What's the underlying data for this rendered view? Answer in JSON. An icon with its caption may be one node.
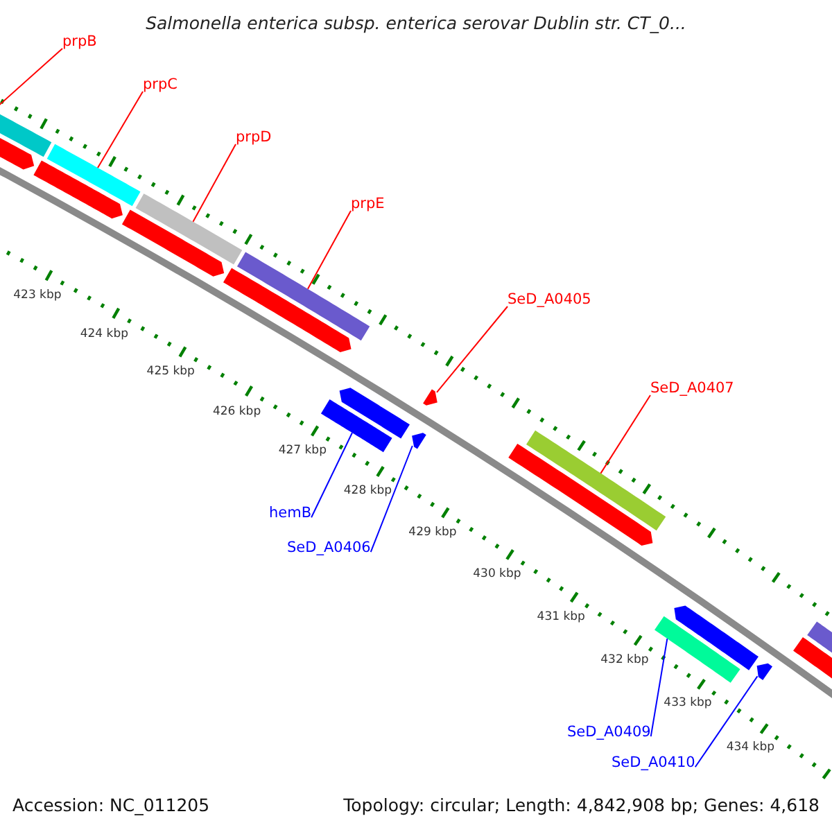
{
  "diagram": {
    "title": "Salmonella enterica subsp. enterica serovar Dublin str. CT_0...",
    "nodes": [
      {
        "text": [
          "prpB"
        ]
      },
      {
        "text": [
          "prpC"
        ]
      },
      {
        "text": [
          "prpD"
        ]
      },
      {
        "text": [
          "prpE"
        ]
      },
      {
        "text": [
          "SeD_A0405"
        ]
      },
      {
        "text": [
          "SeD_A0407"
        ]
      },
      {
        "text": [
          "hemB"
        ]
      },
      {
        "text": [
          "SeD_A0406"
        ]
      },
      {
        "text": [
          "SeD_A0409"
        ]
      },
      {
        "text": [
          "SeD_A0410"
        ]
      },
      {
        "text": [],
        "shape": "bar"
      },
      {
        "text": [],
        "shape": "bar"
      },
      {
        "text": [],
        "shape": "bar"
      },
      {
        "text": [],
        "shape": "bar"
      },
      {
        "text": [],
        "shape": "bar"
      },
      {
        "text": [],
        "shape": "bar"
      },
      {
        "text": [],
        "shape": "bar"
      },
      {
        "text": [],
        "shape": "bar"
      },
      {
        "text": [],
        "shape": "bar"
      },
      {
        "text": [],
        "shape": "bar"
      }
    ],
    "edges": [
      {
        "from": 0,
        "to": 10,
        "arrow": "none"
      },
      {
        "from": 1,
        "to": 11,
        "arrow": "none"
      },
      {
        "from": 2,
        "to": 12,
        "arrow": "none"
      },
      {
        "from": 3,
        "to": 13,
        "arrow": "none"
      },
      {
        "from": 4,
        "to": 15,
        "arrow": "none"
      },
      {
        "from": 5,
        "to": 17,
        "arrow": "none"
      },
      {
        "from": 6,
        "to": 14,
        "arrow": "none",
        "color": "#0000ff"
      },
      {
        "from": 7,
        "to": 16,
        "arrow": "none",
        "color": "#0000ff"
      },
      {
        "from": 8,
        "to": 18,
        "arrow": "none",
        "color": "#0000ff"
      },
      {
        "from": 9,
        "to": 19,
        "arrow": "none",
        "color": "#0000ff"
      }
    ],
    "labels": [
      "423 kbp",
      "424 kbp",
      "425 kbp",
      "426 kbp",
      "427 kbp",
      "428 kbp",
      "429 kbp",
      "430 kbp",
      "431 kbp",
      "432 kbp",
      "433 kbp",
      "434 kbp",
      "Accession: NC_011205",
      "Topology: circular; Length: 4,842,908 bp; Genes: 4,618"
    ]
  }
}
